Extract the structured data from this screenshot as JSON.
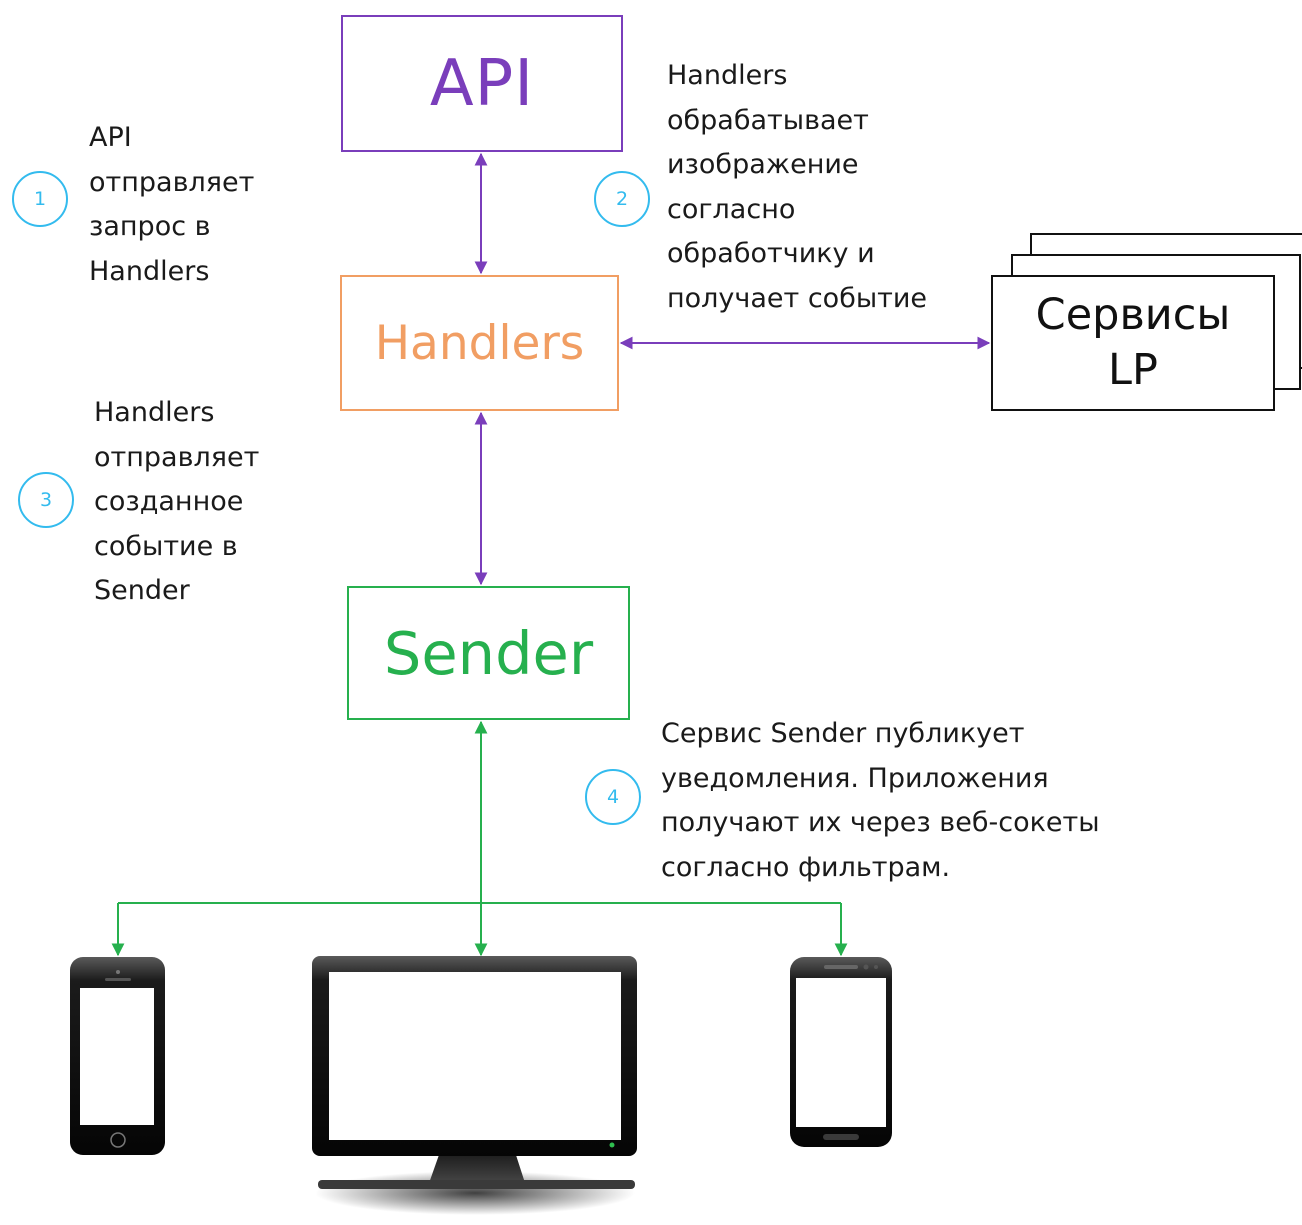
{
  "colors": {
    "api": "#7a3ebb",
    "handlers": "#f19e63",
    "sender": "#26b04e",
    "services": "#111111",
    "badge": "#33bbee",
    "flow_arrow": "#7a3ebb",
    "delivery_arrow": "#26b04e"
  },
  "nodes": {
    "api": {
      "label": "API"
    },
    "handlers": {
      "label": "Handlers"
    },
    "sender": {
      "label": "Sender"
    },
    "lp_services": {
      "label": "Сервисы\nLP"
    }
  },
  "steps": [
    {
      "number": "1",
      "text": "API\nотправляет\nзапрос в\nHandlers"
    },
    {
      "number": "2",
      "text": "Handlers\nобрабатывает\nизображение\nсогласно\nобработчику и\nполучает событие"
    },
    {
      "number": "3",
      "text": "Handlers\nотправляет\nсозданное\nсобытие в\nSender"
    },
    {
      "number": "4",
      "text": "Сервис Sender публикует\nуведомления. Приложения\nполучают их через веб-сокеты\nсогласно фильтрам."
    }
  ],
  "devices": [
    "iphone-icon",
    "monitor-icon",
    "android-phone-icon"
  ]
}
